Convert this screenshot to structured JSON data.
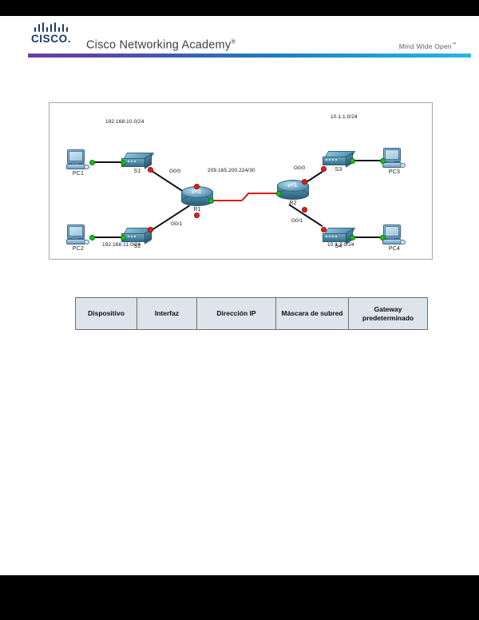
{
  "header": {
    "logo_name": "cisco-logo",
    "wordmark": "CISCO",
    "wordmark_suffix": ".",
    "academy_title": "Cisco Networking Academy",
    "academy_tm": "®",
    "tagline": "Mind Wide Open",
    "tagline_tm": "™",
    "accent_gradient_start": "#6b3fa0",
    "accent_gradient_end": "#29b6e3"
  },
  "topology": {
    "title": "network-topology-diagram",
    "devices": [
      {
        "id": "pc1",
        "type": "pc",
        "label": "PC1"
      },
      {
        "id": "pc2",
        "type": "pc",
        "label": "PC2"
      },
      {
        "id": "pc3",
        "type": "pc",
        "label": "PC3"
      },
      {
        "id": "pc4",
        "type": "pc",
        "label": "PC4"
      },
      {
        "id": "s1",
        "type": "switch",
        "label": "S1"
      },
      {
        "id": "s2",
        "type": "switch",
        "label": "S2"
      },
      {
        "id": "s3",
        "type": "switch",
        "label": "S3"
      },
      {
        "id": "s4",
        "type": "switch",
        "label": "S4"
      },
      {
        "id": "r1",
        "type": "router",
        "label": "R1"
      },
      {
        "id": "r2",
        "type": "router",
        "label": "R2"
      }
    ],
    "network_labels": [
      {
        "id": "net-top-left",
        "text": "192.168.10.0/24"
      },
      {
        "id": "net-bottom-left",
        "text": "192.168.11.0/24"
      },
      {
        "id": "net-wan",
        "text": "209.165.200.224/30"
      },
      {
        "id": "net-top-right",
        "text": "10.1.1.0/24"
      },
      {
        "id": "net-bottom-right",
        "text": "10.1.2.0/24"
      }
    ],
    "interface_labels": [
      {
        "id": "r1-g00",
        "text": "G0/0"
      },
      {
        "id": "r1-g01",
        "text": "G0/1"
      },
      {
        "id": "r2-g00",
        "text": "G0/0"
      },
      {
        "id": "r2-g01",
        "text": "G0/1"
      }
    ],
    "colors": {
      "ethernet_link": "#111111",
      "serial_link": "#e01b1b",
      "up_port": "#16c216",
      "down_port": "#e81d1d"
    }
  },
  "addressing_table": {
    "name": "addressing-table",
    "headers": [
      "Dispositivo",
      "Interfaz",
      "Dirección IP",
      "Máscara de subred",
      "Gateway predeterminado"
    ],
    "rows": []
  }
}
